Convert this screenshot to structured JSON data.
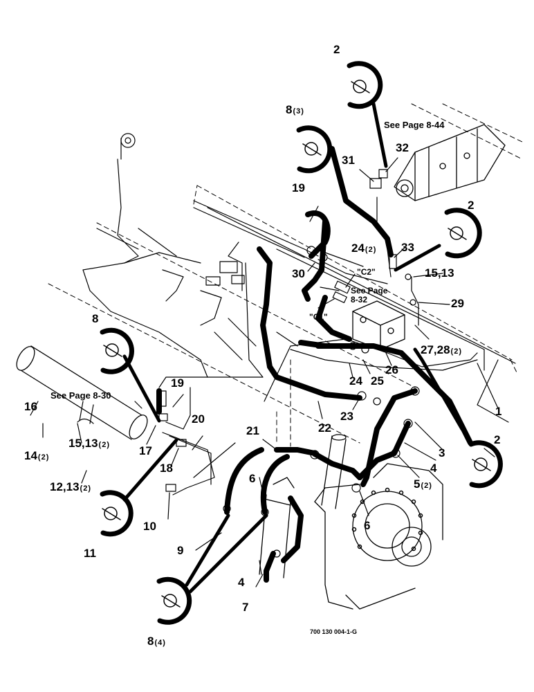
{
  "figure_code": "700 130 004-1-G",
  "references": {
    "page_8_44": "See Page 8-44",
    "page_8_32_line1": "See Page",
    "page_8_32_line2": "8-32",
    "page_8_30": "See Page 8-30"
  },
  "ports": {
    "c1": "\"C1\"",
    "c2": "\"C2\""
  },
  "callouts": {
    "c1": "1",
    "c2_top": "2",
    "c2_right": "2",
    "c2_bottom": "2",
    "c3": "3",
    "c4_right": "4",
    "c4_bottom": "4",
    "c5": "5",
    "c5_qty": "(2)",
    "c6_left": "6",
    "c6_right": "6",
    "c7": "7",
    "c8_top": "8",
    "c8_top_qty": "(3)",
    "c8_left": "8",
    "c8_bottom": "8",
    "c8_bottom_qty": "(4)",
    "c9": "9",
    "c10": "10",
    "c11": "11",
    "c12_13": "12,13",
    "c12_13_qty": "(2)",
    "c14": "14",
    "c14_qty": "(2)",
    "c15_13_left": "15,13",
    "c15_13_left_qty": "(2)",
    "c15_13_right": "15,13",
    "c16": "16",
    "c17": "17",
    "c18": "18",
    "c19_top": "19",
    "c19_left": "19",
    "c20": "20",
    "c21": "21",
    "c22": "22",
    "c23": "23",
    "c24_top": "24",
    "c24_top_qty": "(2)",
    "c24_lower": "24",
    "c25": "25",
    "c26": "26",
    "c27_28": "27,28",
    "c27_28_qty": "(2)",
    "c29": "29",
    "c30": "30",
    "c31": "31",
    "c32": "32",
    "c33": "33"
  }
}
